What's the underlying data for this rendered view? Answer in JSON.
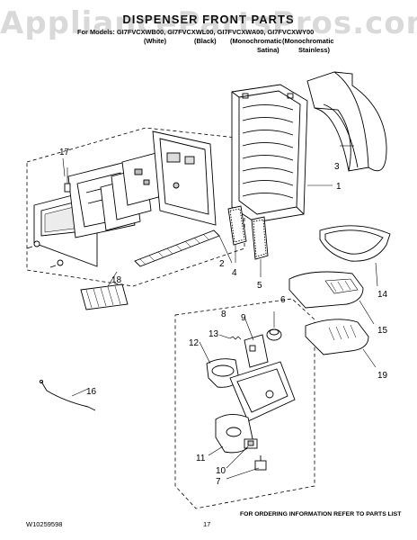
{
  "watermark": "AppliancePartsPros.com",
  "header": {
    "title": "DISPENSER FRONT PARTS",
    "models_line": "For Models: GI7FVCXWB00, GI7FVCXWL00, GI7FVCXWA00, GI7FVCXWY00",
    "variants": [
      "(White)",
      "(Black)",
      "(Monochromatic",
      "(Monochromatic",
      "Satina)",
      "Stainless)"
    ]
  },
  "callouts": [
    "17",
    "1",
    "3",
    "2",
    "4",
    "5",
    "18",
    "14",
    "6",
    "9",
    "15",
    "13",
    "12",
    "19",
    "16",
    "11",
    "10",
    "7",
    "8"
  ],
  "footer": {
    "doc_number": "W10259598",
    "page_number": "17",
    "ordering_note": "FOR ORDERING INFORMATION REFER TO PARTS LIST"
  }
}
